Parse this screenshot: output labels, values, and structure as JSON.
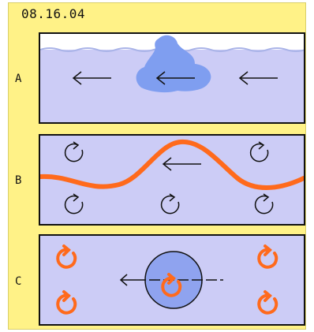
{
  "date": "08.16.04",
  "panels": [
    {
      "label": "A"
    },
    {
      "label": "B"
    },
    {
      "label": "C"
    }
  ],
  "colors": {
    "background": "#fff287",
    "panel_fill": "#ccccf6",
    "water_blob": "#7f9ef0",
    "accent_orange": "#ff6a1c",
    "circle_fill": "#8fa3ef",
    "outline": "#111111"
  }
}
